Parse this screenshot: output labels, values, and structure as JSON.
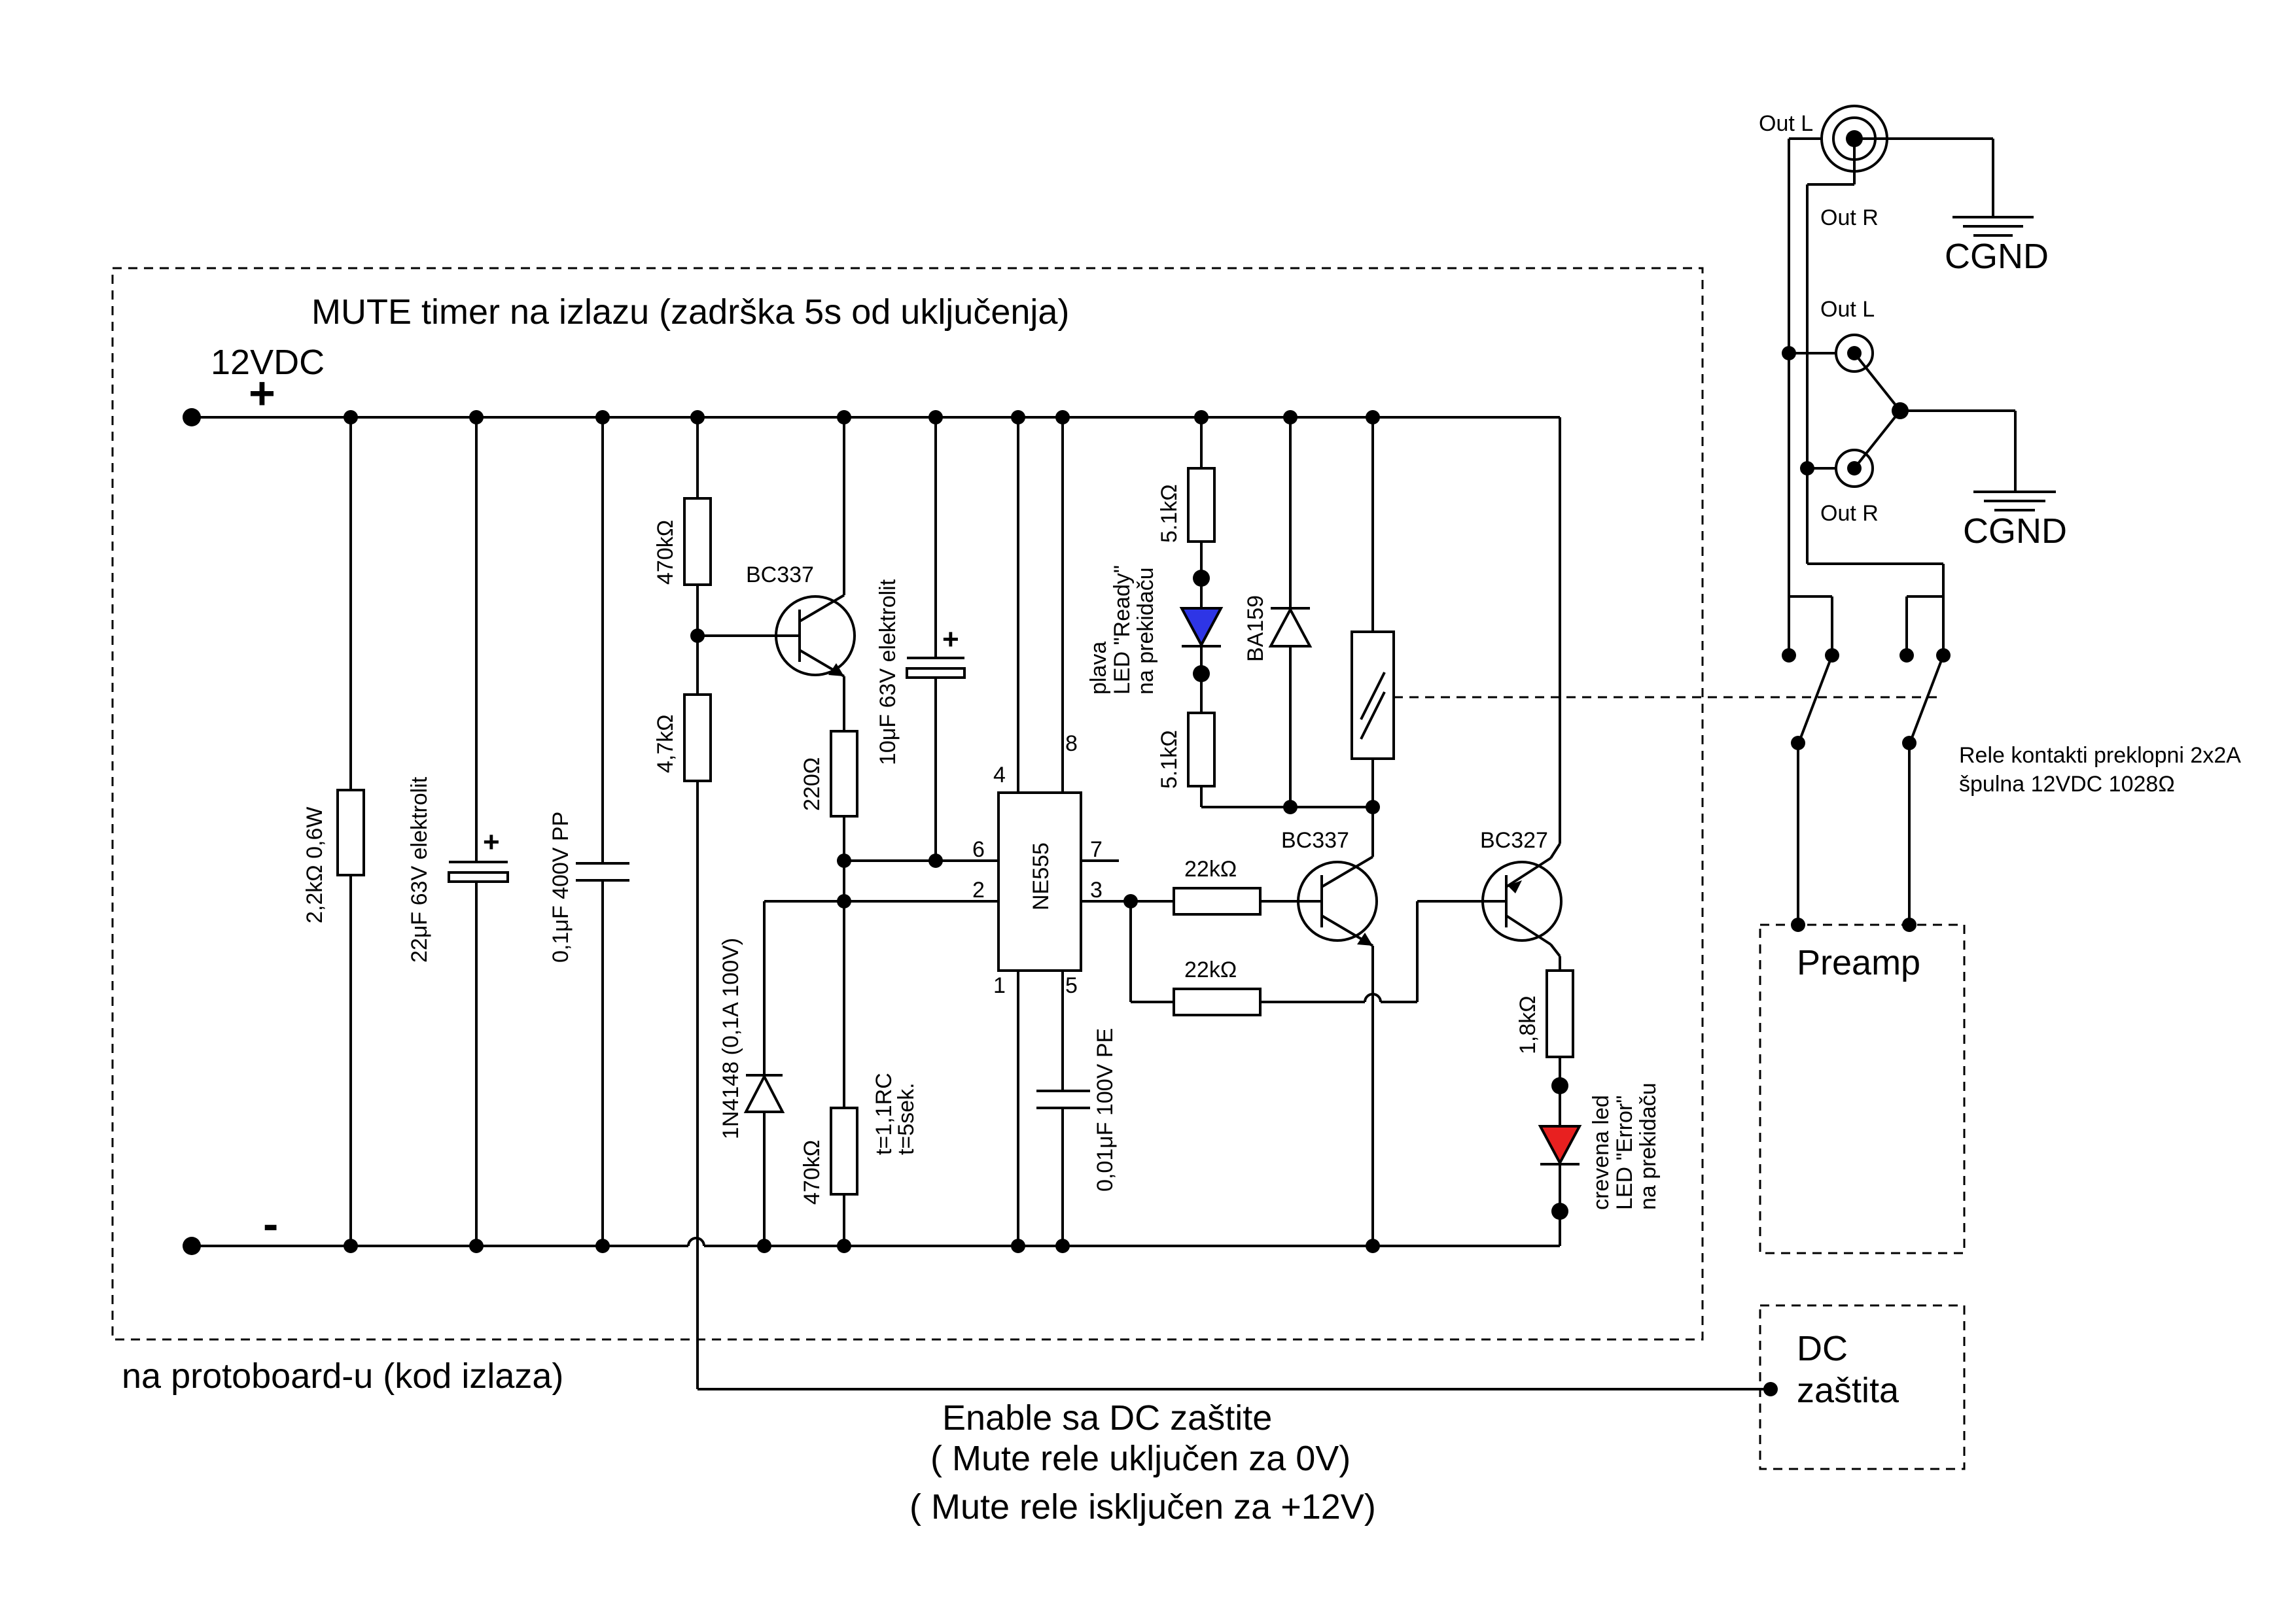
{
  "title": "MUTE timer na izlazu (zadrška 5s od uključenja)",
  "supply": {
    "voltage": "12VDC",
    "plus": "+",
    "minus": "-"
  },
  "board_note": "na protoboard-u (kod izlaza)",
  "enable_note": {
    "line1": "Enable sa DC zaštite",
    "line2": "( Mute rele uključen za 0V)",
    "line3": "( Mute rele isključen za +12V)"
  },
  "components": {
    "r_2k2": "2,2kΩ 0,6W",
    "c_22u": "22μF 63V elektrolit",
    "c_22u_pol": "+",
    "c_100n": "0,1μF 400V PP",
    "r_470k_top": "470kΩ",
    "r_4k7": "4,7kΩ",
    "q1": "BC337",
    "r_220": "220Ω",
    "c_10u": "10μF 63V elektrolit",
    "c_10u_pol": "+",
    "d_1n4148": "1N4148 (0,1A 100V)",
    "r_470k_bot": "470kΩ",
    "timing_line1": "t=1,1RC",
    "timing_line2": "t=5sek.",
    "ic": "NE555",
    "c_10n": "0,01μF 100V PE",
    "r_5k1_top": "5.1kΩ",
    "r_5k1_bot": "5.1kΩ",
    "led_blue_line1": "plava",
    "led_blue_line2": "LED \"Ready\"",
    "led_blue_line3": "na prekidaču",
    "d_ba159": "BA159",
    "r_22k_a": "22kΩ",
    "r_22k_b": "22kΩ",
    "q2": "BC337",
    "q3": "BC327",
    "r_1k8": "1,8kΩ",
    "led_red_line1": "crevena led",
    "led_red_line2": "LED \"Error\"",
    "led_red_line3": "na prekidaču"
  },
  "pins": {
    "p1": "1",
    "p2": "2",
    "p3": "3",
    "p4": "4",
    "p5": "5",
    "p6": "6",
    "p7": "7",
    "p8": "8"
  },
  "relay": {
    "line1": "Rele kontakti preklopni 2x2A",
    "line2": "špulna 12VDC  1028Ω"
  },
  "connectors": {
    "out_l_top": "Out L",
    "out_r_top": "Out R",
    "out_l_mid": "Out L",
    "out_r_mid": "Out R",
    "cgnd_top": "CGND",
    "cgnd_mid": "CGND"
  },
  "blocks": {
    "preamp": "Preamp",
    "dc_line1": "DC",
    "dc_line2": "zaštita"
  },
  "colors": {
    "led_blue": "#2e35e6",
    "led_red": "#e82020",
    "wire": "#000000"
  }
}
